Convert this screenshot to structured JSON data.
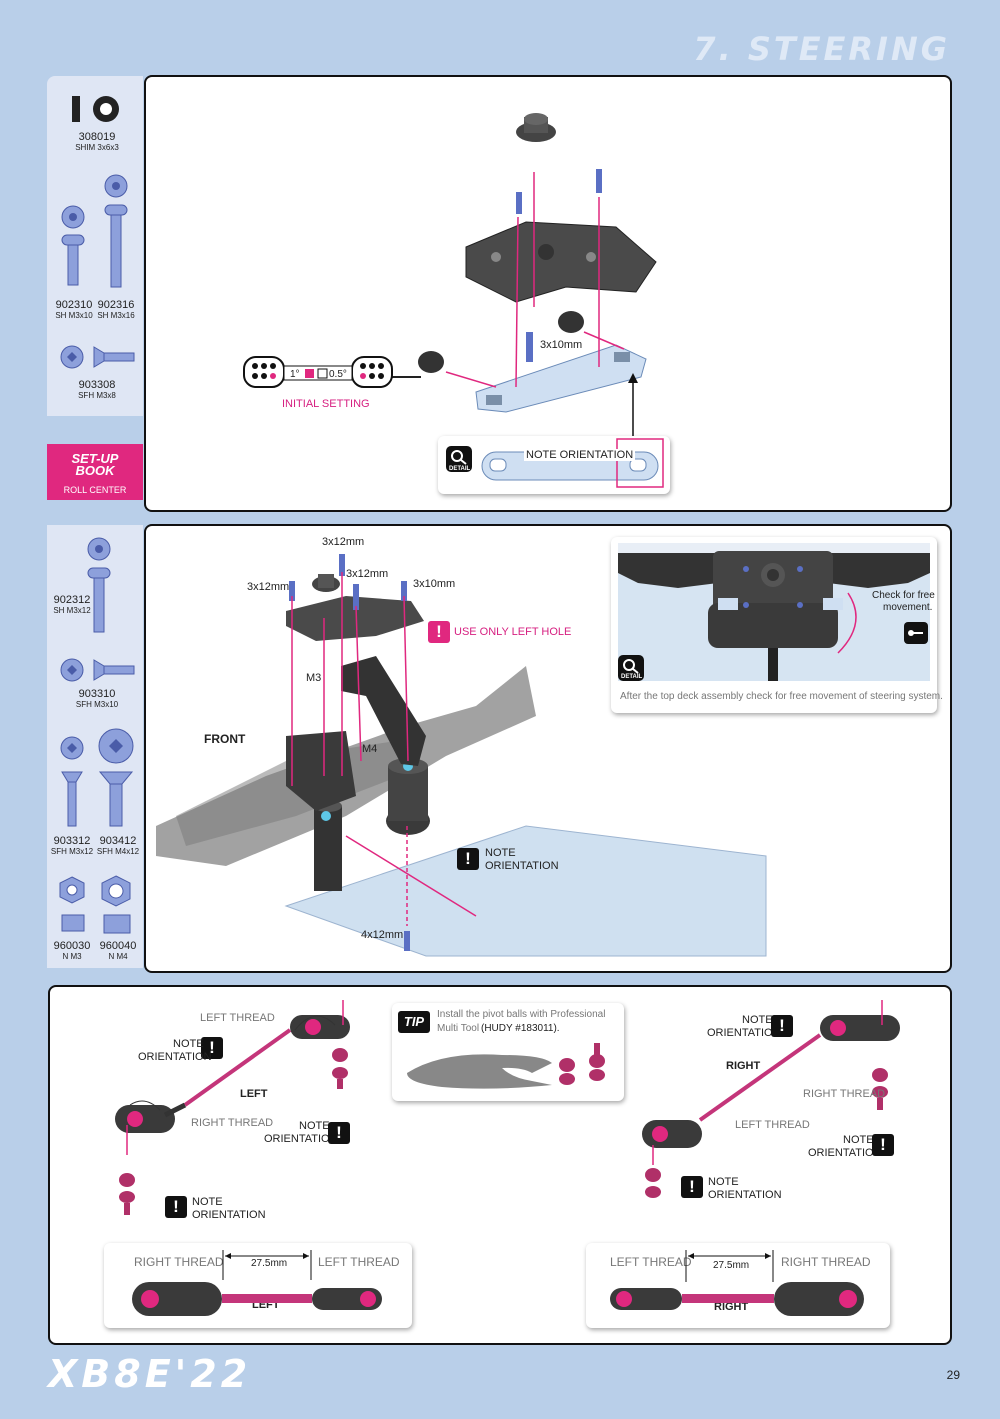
{
  "header": {
    "title": "7. STEERING"
  },
  "section1": {
    "parts": [
      {
        "code": "308019",
        "desc": "SHIM 3x6x3"
      },
      {
        "code": "902310",
        "desc": "SH M3x10"
      },
      {
        "code": "902316",
        "desc": "SH M3x16"
      },
      {
        "code": "903308",
        "desc": "SFH M3x8"
      }
    ],
    "setup_book": {
      "line1": "SET-UP",
      "line2": "BOOK",
      "sub": "ROLL CENTER"
    },
    "screw_label": "3x10mm",
    "shim_left": "1°",
    "shim_right": "0.5°",
    "initial_setting": "INITIAL SETTING",
    "note_orientation": "NOTE ORIENTATION",
    "detail_label": "DETAIL"
  },
  "section2": {
    "parts": [
      {
        "code": "902312",
        "desc": "SH M3x12"
      },
      {
        "code": "903310",
        "desc": "SFH M3x10"
      },
      {
        "code": "903312",
        "desc": "SFH M3x12"
      },
      {
        "code": "903412",
        "desc": "SFH M4x12"
      },
      {
        "code": "960030",
        "desc": "N M3"
      },
      {
        "code": "960040",
        "desc": "N M4"
      }
    ],
    "labels": {
      "s1": "3x12mm",
      "s2": "3x12mm",
      "s3": "3x12mm",
      "s4": "3x10mm",
      "use_left_hole": "USE ONLY LEFT HOLE",
      "m3": "M3",
      "m4": "M4",
      "front": "FRONT",
      "note1": "NOTE",
      "note2": "ORIENTATION",
      "s5": "4x12mm"
    },
    "detail": {
      "check": "Check for free",
      "movement": "movement.",
      "caption": "After the top deck assembly check for free movement of steering system.",
      "detail_label": "DETAIL"
    }
  },
  "section3": {
    "left": {
      "left_thread": "LEFT THREAD",
      "right_thread": "RIGHT THREAD",
      "marker": "LEFT",
      "note": "NOTE",
      "orientation": "ORIENTATION"
    },
    "tip": {
      "badge": "TIP",
      "text1": "Install the pivot balls with Professional",
      "text2": "Multi Tool",
      "text3": "(HUDY #183011)."
    },
    "right": {
      "left_thread": "LEFT THREAD",
      "right_thread": "RIGHT THREAD",
      "marker": "RIGHT",
      "note": "NOTE",
      "orientation": "ORIENTATION"
    },
    "bottom_left": {
      "right_thread": "RIGHT  THREAD",
      "left_thread": "LEFT  THREAD",
      "length": "27.5mm",
      "marker": "LEFT"
    },
    "bottom_right": {
      "left_thread": "LEFT  THREAD",
      "right_thread": "RIGHT  THREAD",
      "length": "27.5mm",
      "marker": "RIGHT"
    }
  },
  "footer": {
    "logo": "XB8E'22",
    "page": "29"
  },
  "colors": {
    "accent": "#e0287f",
    "background": "#b9cfe9",
    "part_blue": "#6a7fc8"
  }
}
